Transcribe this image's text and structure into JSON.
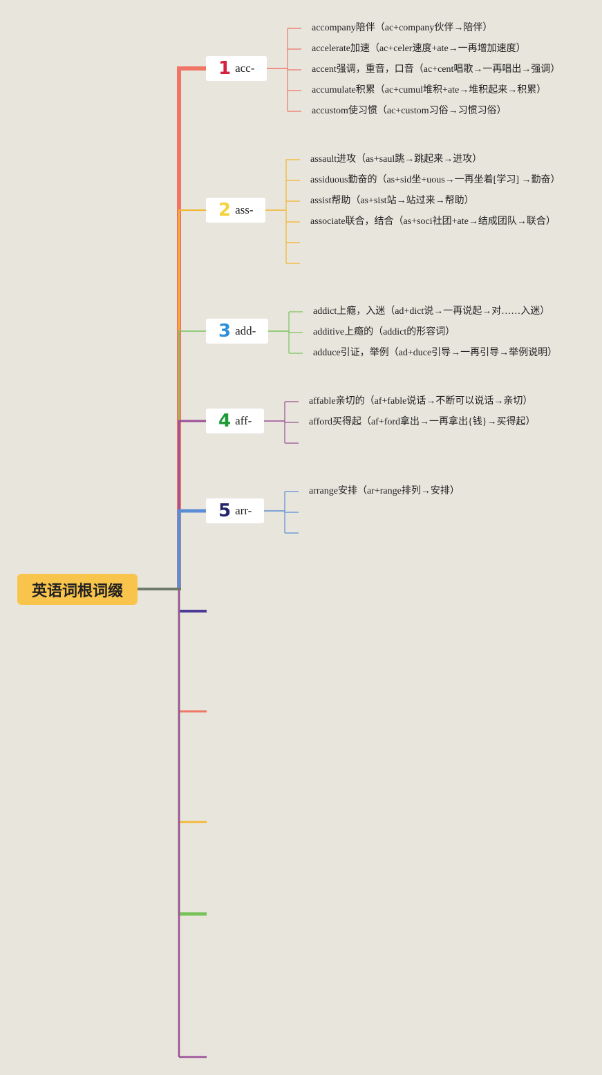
{
  "root": {
    "label": "英语词根词缀"
  },
  "colors": {
    "acc": "#f07565",
    "ass": "#f5b52a",
    "add": "#77c35a",
    "aff": "#9b4f96",
    "arr": "#5b8dd6",
    "num_acc": "#d4213d",
    "num_ass": "#f3d23e",
    "num_add": "#2f8fd8",
    "num_aff": "#1e9a36",
    "num_arr": "#25256e",
    "extra1": "#4b3a96",
    "extra2": "#f07565",
    "extra3": "#f5b52a",
    "extra4": "#77c35a",
    "extra5": "#9b4f96"
  },
  "branches": [
    {
      "num": "1",
      "label": "acc-",
      "items": [
        "accompany陪伴（ac+company伙伴→陪伴）",
        "accelerate加速（ac+celer速度+ate→一再增加速度）",
        "accent强调，重音，口音（ac+cent唱歌→一再唱出→强调）",
        "accumulate积累（ac+cumul堆积+ate→堆积起来→积累）",
        "accustom使习惯（ac+custom习俗→习惯习俗）"
      ]
    },
    {
      "num": "2",
      "label": "ass-",
      "items": [
        "assault进攻（as+saul跳→跳起来→进攻）",
        "assiduous勤奋的（as+sid坐+uous→一再坐着[学习] →勤奋）",
        "assist帮助（as+sist站→站过来→帮助）",
        "associate联合，结合（as+soci社团+ate→结成团队→联合）",
        "",
        ""
      ]
    },
    {
      "num": "3",
      "label": "add-",
      "items": [
        "addict上瘾，入迷（ad+dict说→一再说起→对……入迷）",
        "additive上瘾的（addict的形容词）",
        "adduce引证，举例（ad+duce引导→一再引导→举例说明）"
      ]
    },
    {
      "num": "4",
      "label": "aff-",
      "items": [
        "affable亲切的（af+fable说话→不断可以说话→亲切）",
        "afford买得起（af+ford拿出→一再拿出{钱}→买得起）",
        ""
      ]
    },
    {
      "num": "5",
      "label": "arr-",
      "items": [
        "arrange安排（ar+range排列→安排）",
        "",
        ""
      ]
    }
  ]
}
